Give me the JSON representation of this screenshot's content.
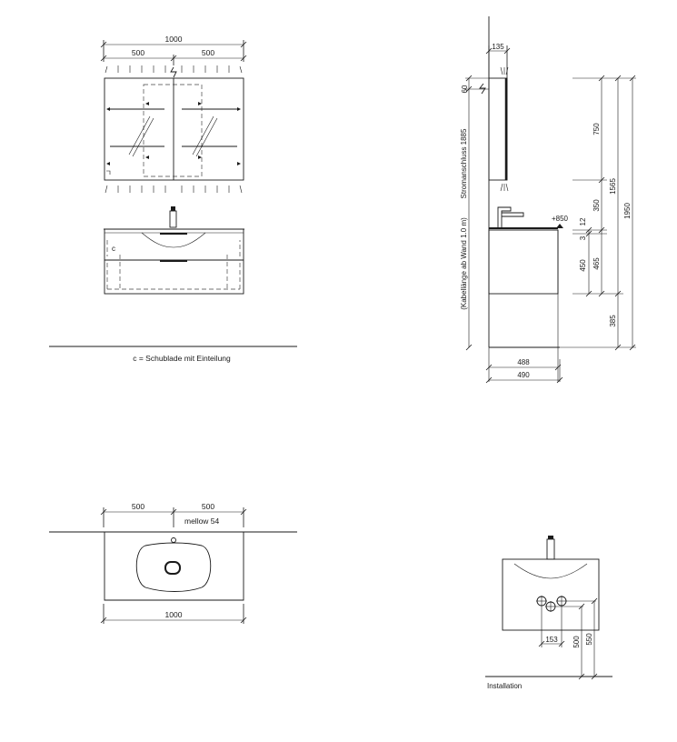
{
  "front_view": {
    "total_width": "1000",
    "half_left": "500",
    "half_right": "500",
    "drawer_mark": "c"
  },
  "legend": "c = Schublade mit Einteilung",
  "side_view": {
    "depth_mirror": "135",
    "dim_60": "60",
    "dim_750": "750",
    "dim_1565": "1565",
    "dim_1950": "1950",
    "dim_350": "350",
    "dim_3": "3",
    "dim_12": "12",
    "dim_450": "450",
    "dim_465": "465",
    "dim_385": "385",
    "height_mark": "+850",
    "depth_488": "488",
    "depth_490": "490",
    "power_label": "Stromanschluss 1885",
    "cable_label": "(Kabellänge ab Wand 1.0 m)"
  },
  "top_view": {
    "half_left": "500",
    "half_right": "500",
    "basin_name": "mellow 54",
    "total_width": "1000"
  },
  "installation": {
    "label": "Installation",
    "dim_153": "153",
    "dim_500": "500",
    "dim_550": "550"
  }
}
